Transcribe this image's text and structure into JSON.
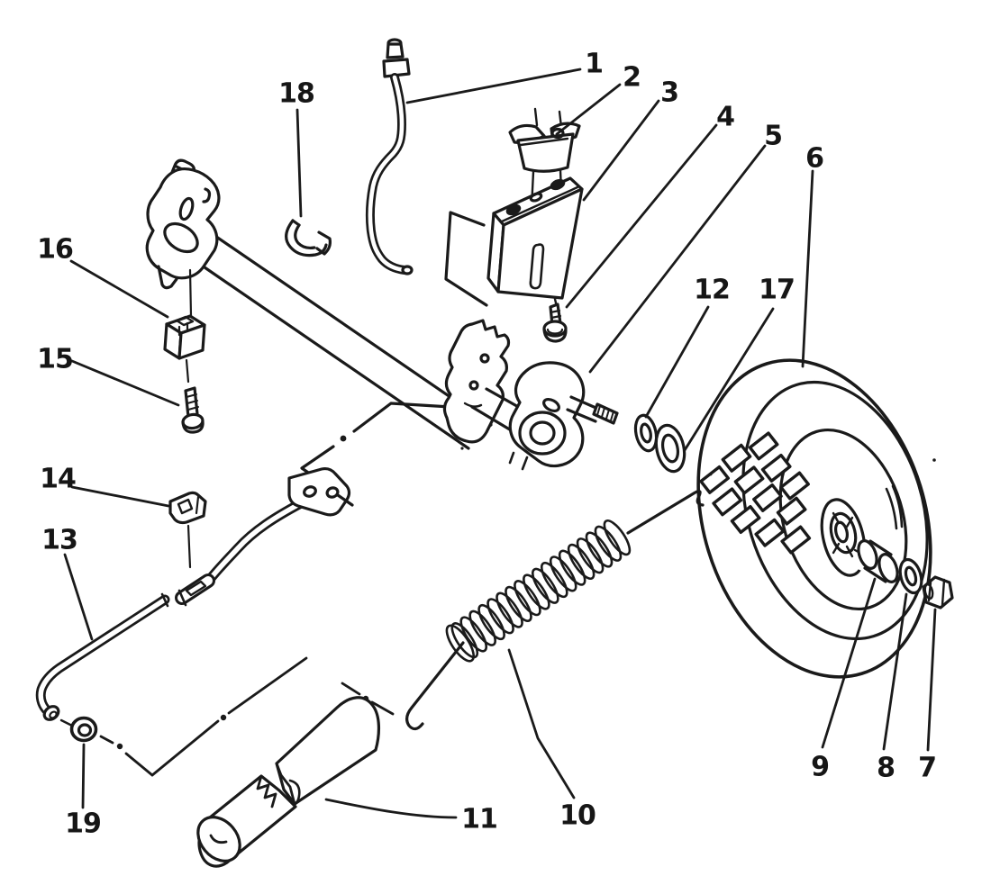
{
  "diagram": {
    "type": "exploded-parts-diagram",
    "colors": {
      "ink": "#1a1a1a",
      "paper": "#ffffff"
    },
    "callouts": [
      {
        "num": "1"
      },
      {
        "num": "2"
      },
      {
        "num": "3"
      },
      {
        "num": "4"
      },
      {
        "num": "5"
      },
      {
        "num": "6"
      },
      {
        "num": "7"
      },
      {
        "num": "8"
      },
      {
        "num": "9"
      },
      {
        "num": "10"
      },
      {
        "num": "11"
      },
      {
        "num": "12"
      },
      {
        "num": "13"
      },
      {
        "num": "14"
      },
      {
        "num": "15"
      },
      {
        "num": "16"
      },
      {
        "num": "17"
      },
      {
        "num": "18"
      },
      {
        "num": "19"
      }
    ]
  }
}
